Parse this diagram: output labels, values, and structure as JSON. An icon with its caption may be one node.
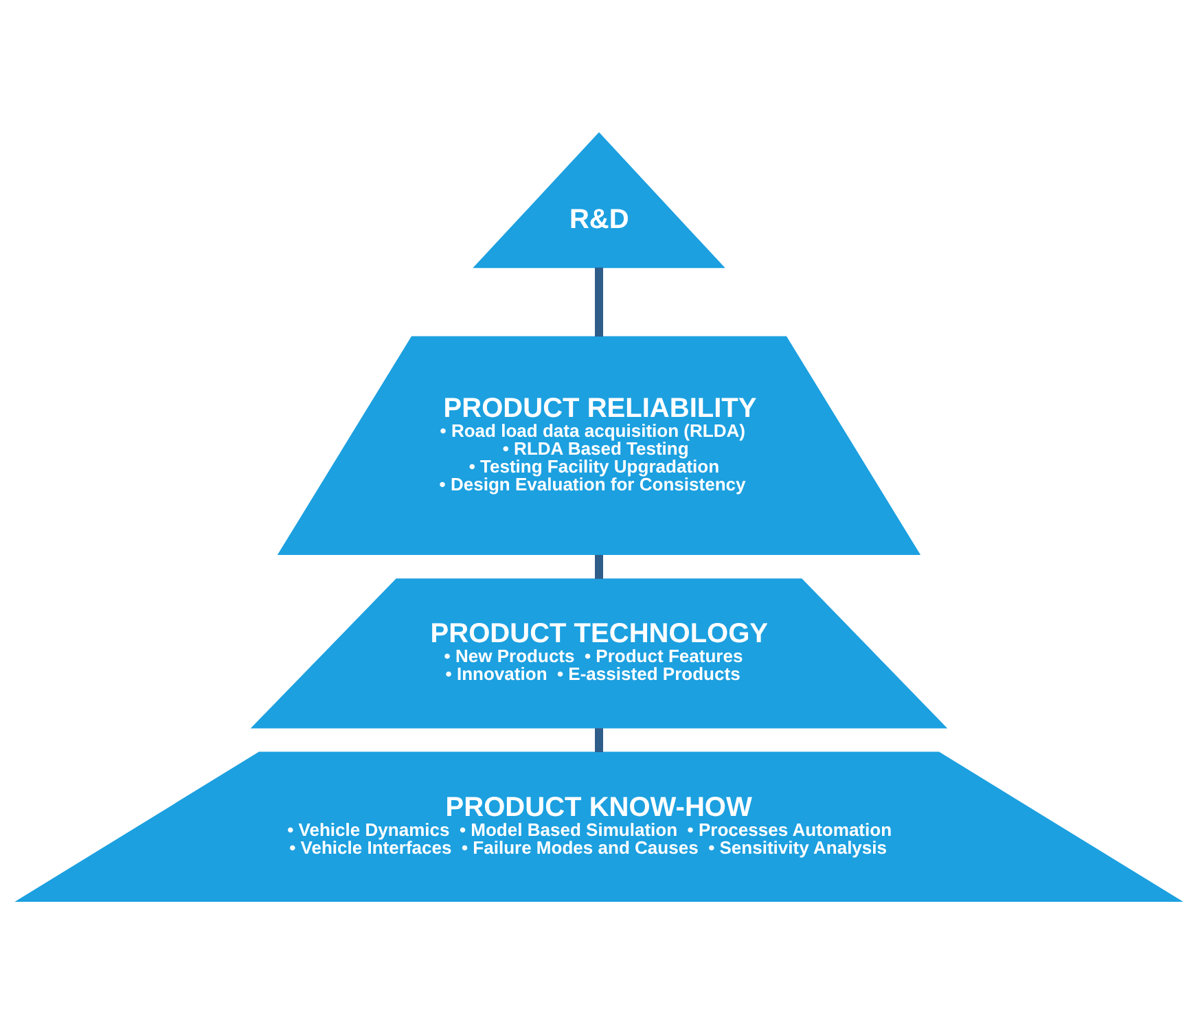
{
  "diagram": {
    "nodes": [
      {
        "text": [
          "R&D"
        ]
      },
      {
        "text": [
          "PRODUCT RELIABILITY",
          "• Road load data acquisition (RLDA)",
          "• RLDA Based Testing",
          "• Testing Facility Upgradation",
          "• Design Evaluation for Consistency"
        ]
      },
      {
        "text": [
          "PRODUCT TECHNOLOGY",
          "• New Products  • Product Features",
          "• Innovation  • E-assisted Products"
        ]
      },
      {
        "text": [
          "PRODUCT KNOW-HOW",
          "• Vehicle Dynamics  • Model Based Simulation  • Processes Automation",
          "• Vehicle Interfaces  • Failure Modes and Causes  • Sensitivity Analysis"
        ]
      }
    ],
    "edges": [
      {
        "from": 0,
        "to": 1,
        "arrow": "none"
      },
      {
        "from": 1,
        "to": 2,
        "arrow": "none"
      },
      {
        "from": 2,
        "to": 3,
        "arrow": "none"
      }
    ]
  }
}
